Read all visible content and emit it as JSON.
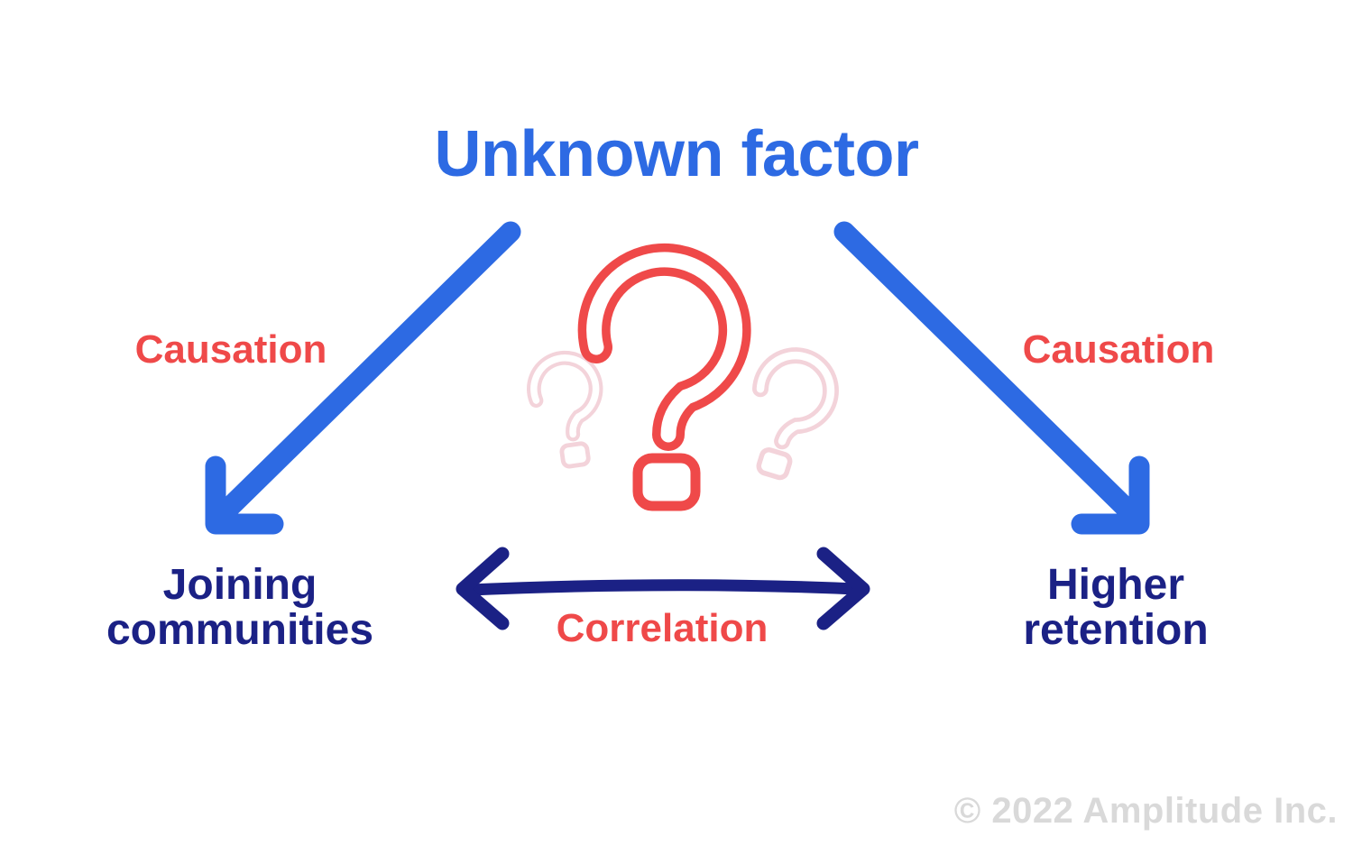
{
  "diagram": {
    "title": "Unknown factor",
    "edges": {
      "left_causation": "Causation",
      "right_causation": "Causation",
      "correlation": "Correlation"
    },
    "nodes": {
      "left": {
        "line1": "Joining",
        "line2": "communities"
      },
      "right": {
        "line1": "Higher",
        "line2": "retention"
      }
    },
    "icons": {
      "center": "question-marks-icon"
    },
    "colors": {
      "blue": "#2D6AE3",
      "navy": "#1B2185",
      "red": "#EF4949",
      "pink": "#F3D3DA",
      "watermark_gray": "#D9D9D9",
      "background": "#FFFFFF"
    }
  },
  "footer": {
    "copyright": "© 2022 Amplitude Inc."
  }
}
